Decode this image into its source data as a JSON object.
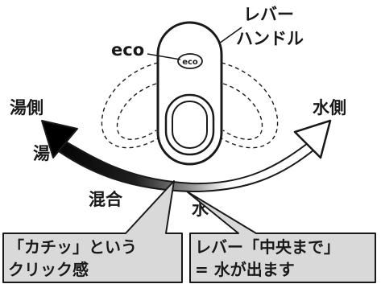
{
  "labels": {
    "eco": "eco",
    "lever_line1": "レバー",
    "lever_line2": "ハンドル",
    "hot_side": "湯側",
    "cold_side": "水側",
    "hot": "湯",
    "mixed": "混合",
    "water": "水"
  },
  "handle": {
    "badge": "eco"
  },
  "callouts": {
    "left": {
      "line1": "「カチッ」という",
      "line2": "クリック感"
    },
    "right": {
      "line1": "レバー「中央まで」",
      "line2": "= 水が出ます"
    }
  },
  "colors": {
    "ink": "#1a1a1a",
    "callout_fill": "#d9d9d9",
    "arrow_hot": "#000000",
    "arrow_cold": "#ffffff"
  }
}
